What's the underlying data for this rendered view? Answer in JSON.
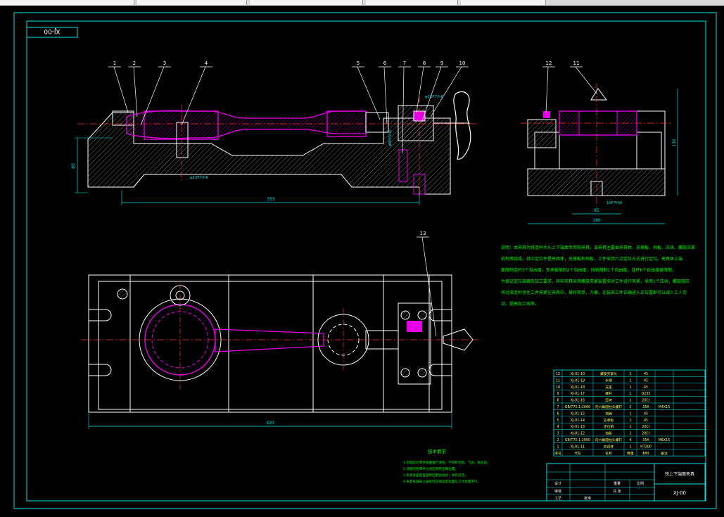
{
  "title_tag": "XJ-00",
  "callouts": [
    "1",
    "2",
    "3",
    "4",
    "5",
    "6",
    "7",
    "8",
    "9",
    "10",
    "11",
    "12",
    "13"
  ],
  "dimensions": {
    "front_width": "353",
    "front_height": "80",
    "fit_bottom": "φ10F7/h6",
    "fit_top": "φ10F7/h6",
    "fit_side": "φ8H7/n6",
    "side_height": "130",
    "side_inner": "85",
    "side_width": "180",
    "side_fit": "10F7/h6",
    "plan_width": "420"
  },
  "notes": {
    "lines": [
      "说明：本夹具为铣连杆大头上下端面专用铣夹具，该夹具主要由夹具体、支撑板、挡板、压块、螺旋压紧",
      "机构等组成。其中定位件是夹具体，支撑板和挡板，工件采用六点定位方式进行定位。夹具体上端",
      "面限制连杆3个自由度，支承板限制2个自由度，挡销限制1个自由度，连杆6个自由度被限制。",
      "为保证定位准确及加工要求，其中夹具采用螺旋夹紧装置来对工件进行夹紧，采用1个压块，螺旋施压",
      "将对准连杆顶住工件夹紧在夹具中，操作简单，方便。在装夹工件正确进入正位置即可以减少工人劳",
      "动，提高加工效率。"
    ]
  },
  "tech_req": {
    "title": "技术要求",
    "lines": [
      "1.装配前对零件表面进行清洗，不得有毛刺，飞边，氧化皮。",
      "2.装配时各零件之间应保持正确位置。",
      "3.夹具装配后各部件应配合良好，动作灵活。",
      "4.夹具在铣床上安装时应保证定位面与工作台面平行。"
    ]
  },
  "bom": {
    "rows": [
      {
        "no": "12",
        "code": "XJ-01-10",
        "name": "螺旋夹紧头",
        "qty": "1",
        "mat": "45",
        "note": ""
      },
      {
        "no": "11",
        "code": "XJ-01-19",
        "name": "手柄",
        "qty": "1",
        "mat": "45",
        "note": ""
      },
      {
        "no": "10",
        "code": "XJ-01-18",
        "name": "支座",
        "qty": "1",
        "mat": "45",
        "note": ""
      },
      {
        "no": "9",
        "code": "XJ-01-17",
        "name": "螺杆",
        "qty": "1",
        "mat": "Q235",
        "note": ""
      },
      {
        "no": "8",
        "code": "XJ-01-16",
        "name": "压块",
        "qty": "1",
        "mat": "20Cr",
        "note": ""
      },
      {
        "no": "7",
        "code": "GB/T70.1-2000",
        "name": "内六角圆柱头螺钉",
        "qty": "2",
        "mat": "35A",
        "note": "M4X15"
      },
      {
        "no": "6",
        "code": "XJ-01-15",
        "name": "挡销",
        "qty": "1",
        "mat": "45",
        "note": ""
      },
      {
        "no": "5",
        "code": "XJ-01-14",
        "name": "支承板",
        "qty": "1",
        "mat": "45",
        "note": ""
      },
      {
        "no": "4",
        "code": "XJ-01-13",
        "name": "定位销",
        "qty": "1",
        "mat": "20Cr",
        "note": ""
      },
      {
        "no": "3",
        "code": "XJ-01-12",
        "name": "挡板",
        "qty": "1",
        "mat": "20Cr",
        "note": ""
      },
      {
        "no": "2",
        "code": "GB/T70.1-2000",
        "name": "内六角圆柱头螺钉",
        "qty": "4",
        "mat": "35A",
        "note": "M6X15"
      },
      {
        "no": "1",
        "code": "XJ-01-11",
        "name": "夹具体",
        "qty": "1",
        "mat": "HT200",
        "note": ""
      }
    ],
    "header": {
      "no": "序号",
      "code": "代号",
      "name": "名称",
      "qty": "数量",
      "mat": "材料",
      "note": "备注"
    }
  },
  "title_block": {
    "drawing_name": "铣上下端面夹具",
    "drawing_no": "XJ-00",
    "scale_label": "比例",
    "weight_label": "重量",
    "sheet_label": "共 张",
    "designer_label": "设计",
    "check_label": "审核",
    "process_label": "工艺",
    "approve_label": "批准"
  },
  "colors": {
    "outline": "#00e6e6",
    "geometry": "#ffffff",
    "section": "#e600e6",
    "centerline": "#ff3333",
    "dimension": "#00e6e6",
    "callout_text": "#ffffff",
    "notes_text": "#00ff00",
    "bom_text": "#ffff66"
  }
}
